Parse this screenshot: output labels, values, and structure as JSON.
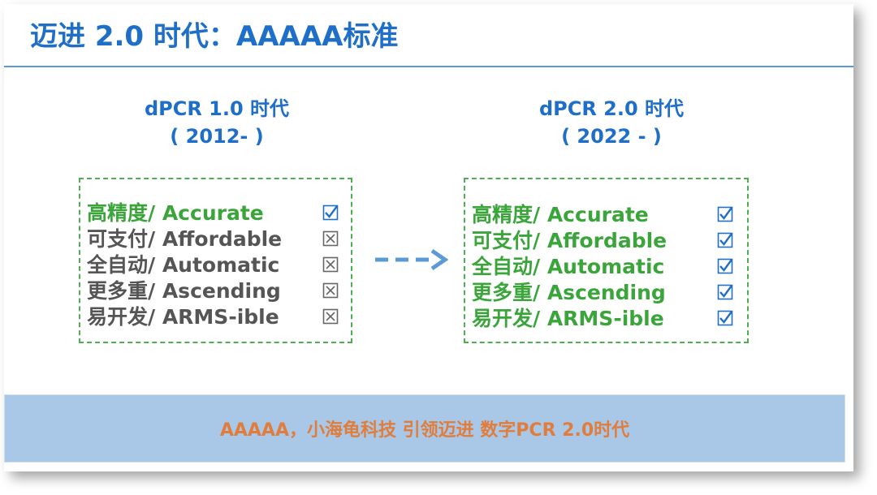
{
  "title": "迈进 2.0 时代：AAAAA标准",
  "left_era": {
    "name": "dPCR 1.0 时代",
    "years": "( 2012- )"
  },
  "right_era": {
    "name": "dPCR 2.0 时代",
    "years": "( 2022 - )"
  },
  "left_items": [
    {
      "label": "高精度/ Accurate",
      "status": "checked"
    },
    {
      "label": "可支付/ Affordable",
      "status": "unchecked"
    },
    {
      "label": "全自动/ Automatic",
      "status": "unchecked"
    },
    {
      "label": "更多重/ Ascending",
      "status": "unchecked"
    },
    {
      "label": "易开发/ ARMS-ible",
      "status": "unchecked"
    }
  ],
  "right_items": [
    {
      "label": "高精度/ Accurate",
      "status": "checked"
    },
    {
      "label": "可支付/ Affordable",
      "status": "checked"
    },
    {
      "label": "全自动/ Automatic",
      "status": "checked"
    },
    {
      "label": "更多重/ Ascending",
      "status": "checked"
    },
    {
      "label": "易开发/ ARMS-ible",
      "status": "checked"
    }
  ],
  "banner": "AAAAA，小海龟科技 引领迈进 数字PCR 2.0时代",
  "colors": {
    "title": "#1f6fc8",
    "accent_green": "#3ba53b",
    "muted_gray": "#555555",
    "checkbox_blue": "#1f6fc8",
    "arrow": "#5b9bd5",
    "banner_bg": "#a9c8e8",
    "banner_text": "#e07d3c"
  }
}
